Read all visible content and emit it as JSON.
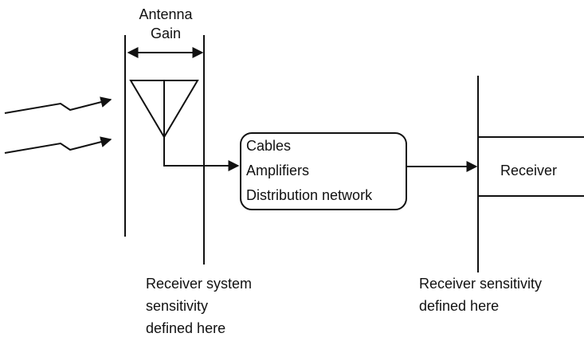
{
  "antenna_gain": {
    "line1": "Antenna",
    "line2": "Gain"
  },
  "network_box": {
    "line1": "Cables",
    "line2": "Amplifiers",
    "line3": "Distribution network"
  },
  "receiver_box": {
    "label": "Receiver"
  },
  "system_sensitivity": {
    "line1": "Receiver system",
    "line2": "sensitivity",
    "line3": "defined here"
  },
  "receiver_sensitivity": {
    "line1": "Receiver sensitivity",
    "line2": "defined here"
  },
  "colors": {
    "ink": "#111111",
    "background": "#ffffff"
  }
}
